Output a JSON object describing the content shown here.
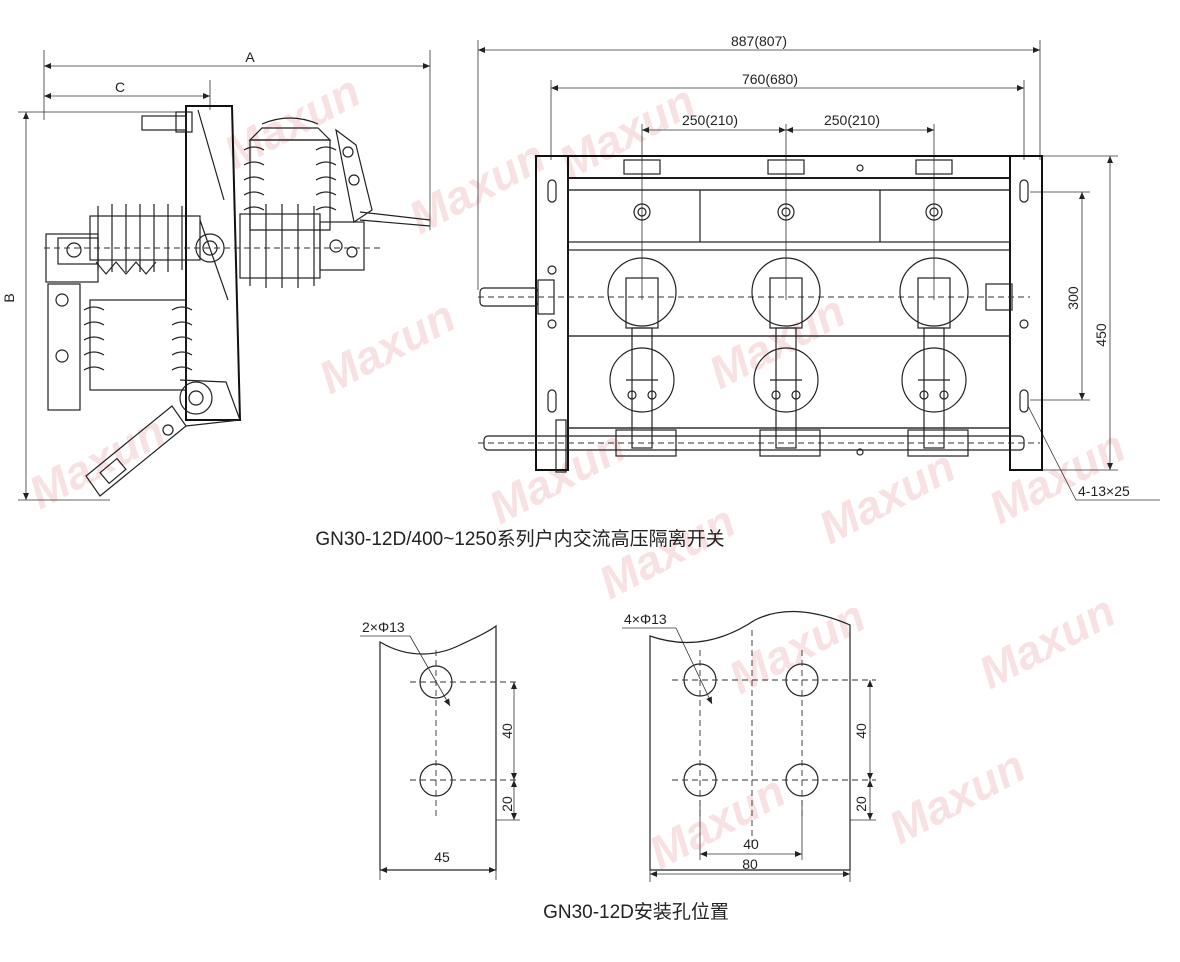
{
  "main_drawing": {
    "dimensions": {
      "width_a": "A",
      "height_b": "B",
      "depth_c": "C",
      "overall_width": "887(807)",
      "frame_width": "760(680)",
      "pole_pitch_1": "250(210)",
      "pole_pitch_2": "250(210)",
      "hole_spacing": "300",
      "frame_height": "450",
      "mount_holes": "4-13×25"
    },
    "caption": "GN30-12D/400~1250系列户内交流高压隔离开关"
  },
  "mounting_detail": {
    "left_plate": {
      "hole_note": "2×Φ13",
      "dim_40": "40",
      "dim_20": "20",
      "dim_45": "45"
    },
    "right_plate": {
      "hole_note": "4×Φ13",
      "dim_40_v": "40",
      "dim_20": "20",
      "dim_40_h": "40",
      "dim_80": "80"
    },
    "caption": "GN30-12D安装孔位置"
  },
  "watermark": {
    "brand": "Maxun",
    "color": "#f4c9cb"
  }
}
